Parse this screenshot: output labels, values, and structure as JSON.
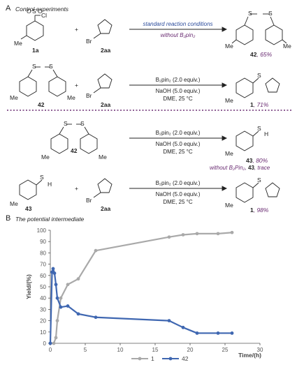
{
  "panel_a": {
    "letter": "A",
    "title": "Control experiments",
    "rows": [
      {
        "reactant1_label": "1a",
        "reactant1_atoms": [
          "Me",
          "S",
          "O",
          "O",
          "Cl"
        ],
        "plus": "+",
        "reactant2_label": "2aa",
        "reactant2_atom": "Br",
        "condition_top": "standard reaction conditions",
        "condition_bottom": "without B₂pin₂",
        "product_atoms": [
          "S",
          "S",
          "Me",
          "Me"
        ],
        "product_label": "42",
        "product_yield": ", 65%"
      },
      {
        "reactant1_label": "42",
        "reactant1_atoms": [
          "S",
          "S",
          "Me",
          "Me"
        ],
        "plus": "+",
        "reactant2_label": "2aa",
        "reactant2_atom": "Br",
        "conditions": [
          "B₂pin₂ (2.0 equiv.)",
          "NaOH (5.0 equiv.)",
          "DME, 25 °C"
        ],
        "product_atoms": [
          "Me",
          "S"
        ],
        "product_label": "1",
        "product_yield": ", 71%"
      },
      {
        "reactant1_label": "42",
        "reactant1_atoms": [
          "S",
          "S",
          "Me",
          "Me"
        ],
        "conditions": [
          "B₂pin₂ (2.0 equiv.)",
          "NaOH (5.0 equiv.)",
          "DME, 25 °C"
        ],
        "product_atoms": [
          "Me",
          "S",
          "H"
        ],
        "product_label": "43",
        "product_yield": ", 80%",
        "note_prefix": "without B₂Pin₂, ",
        "note_label": "43",
        "note_suffix": ", trace"
      },
      {
        "reactant1_label": "43",
        "reactant1_atoms": [
          "Me",
          "S",
          "H"
        ],
        "plus": "+",
        "reactant2_label": "2aa",
        "reactant2_atom": "Br",
        "conditions": [
          "B₂pin₂ (2.0 equiv.)",
          "NaOH (5.0 equiv.)",
          "DME, 25 °C"
        ],
        "product_atoms": [
          "Me",
          "S"
        ],
        "product_label": "1",
        "product_yield": ", 98%"
      }
    ]
  },
  "panel_b": {
    "letter": "B",
    "title": "The potential intermediate"
  },
  "chart_data": {
    "type": "line",
    "xlabel": "Time/(h)",
    "ylabel": "Yield/(%)",
    "xlim": [
      0,
      30
    ],
    "ylim": [
      0,
      100
    ],
    "xticks": [
      0,
      5,
      10,
      15,
      20,
      25,
      30
    ],
    "yticks": [
      0,
      10,
      20,
      30,
      40,
      50,
      60,
      70,
      80,
      90,
      100
    ],
    "grid": false,
    "legend_position": "bottom-center",
    "series": [
      {
        "name": "1",
        "color": "#a9a9a9",
        "x": [
          0,
          0.5,
          0.8,
          1.0,
          1.5,
          2.5,
          4,
          6.5,
          17,
          19,
          21,
          24,
          26
        ],
        "y": [
          0,
          0,
          5,
          20,
          40,
          52,
          57,
          82,
          94,
          96,
          97,
          97,
          98
        ]
      },
      {
        "name": "42",
        "color": "#3f67b1",
        "x": [
          0,
          0.25,
          0.4,
          0.6,
          0.8,
          1.0,
          1.5,
          2.5,
          4,
          6.5,
          17,
          19,
          21,
          24,
          26
        ],
        "y": [
          0,
          63,
          66,
          62,
          52,
          40,
          32,
          33,
          26,
          23,
          20,
          14,
          9,
          9,
          9
        ]
      }
    ]
  }
}
